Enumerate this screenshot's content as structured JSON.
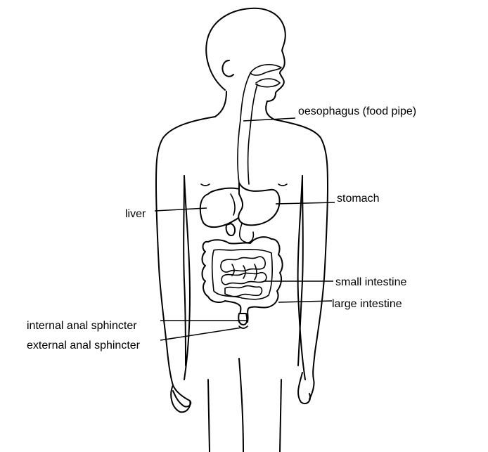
{
  "labels": {
    "oesophagus": "oesophagus (food pipe)",
    "stomach": "stomach",
    "liver": "liver",
    "small_intestine": "small intestine",
    "large_intestine": "large intestine",
    "internal_anal_sphincter": "internal anal sphincter",
    "external_anal_sphincter": "external anal sphincter"
  }
}
